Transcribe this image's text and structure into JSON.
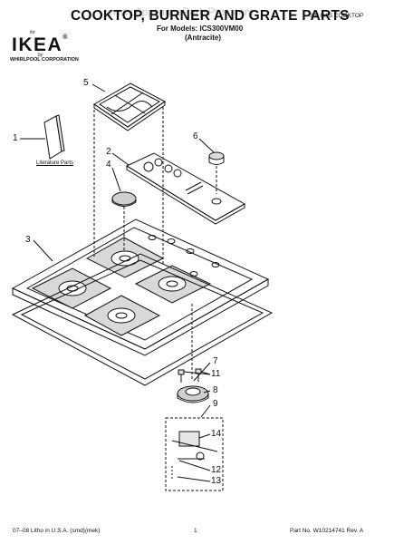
{
  "header": {
    "title": "COOKTOP, BURNER AND GRATE PARTS",
    "subtitle": "30\" GAS COOKTOP",
    "models": "For Models: ICS300VM00",
    "color": "(Antracite)",
    "watermark": "www.AppliancePartsPros.com"
  },
  "logo": {
    "for_label": "for",
    "brand": "IKEA",
    "registered": "®",
    "by_label": "by",
    "corporation": "WHIRLPOOL  CORPORATION"
  },
  "parts": {
    "callouts": [
      "1",
      "2",
      "3",
      "4",
      "5",
      "6",
      "7",
      "8",
      "9",
      "11",
      "12",
      "13",
      "14"
    ],
    "literature_label": "Literature Parts"
  },
  "footer": {
    "left": "07–08 Litho in U.S.A. (smd)(mek)",
    "center": "1",
    "right": "Part No. W10214741 Rev. A"
  },
  "colors": {
    "ink": "#111111",
    "burner_fill": "#d9d9d9",
    "cap_fill": "#cfcfcf",
    "watermark": "#b8b8b8"
  }
}
